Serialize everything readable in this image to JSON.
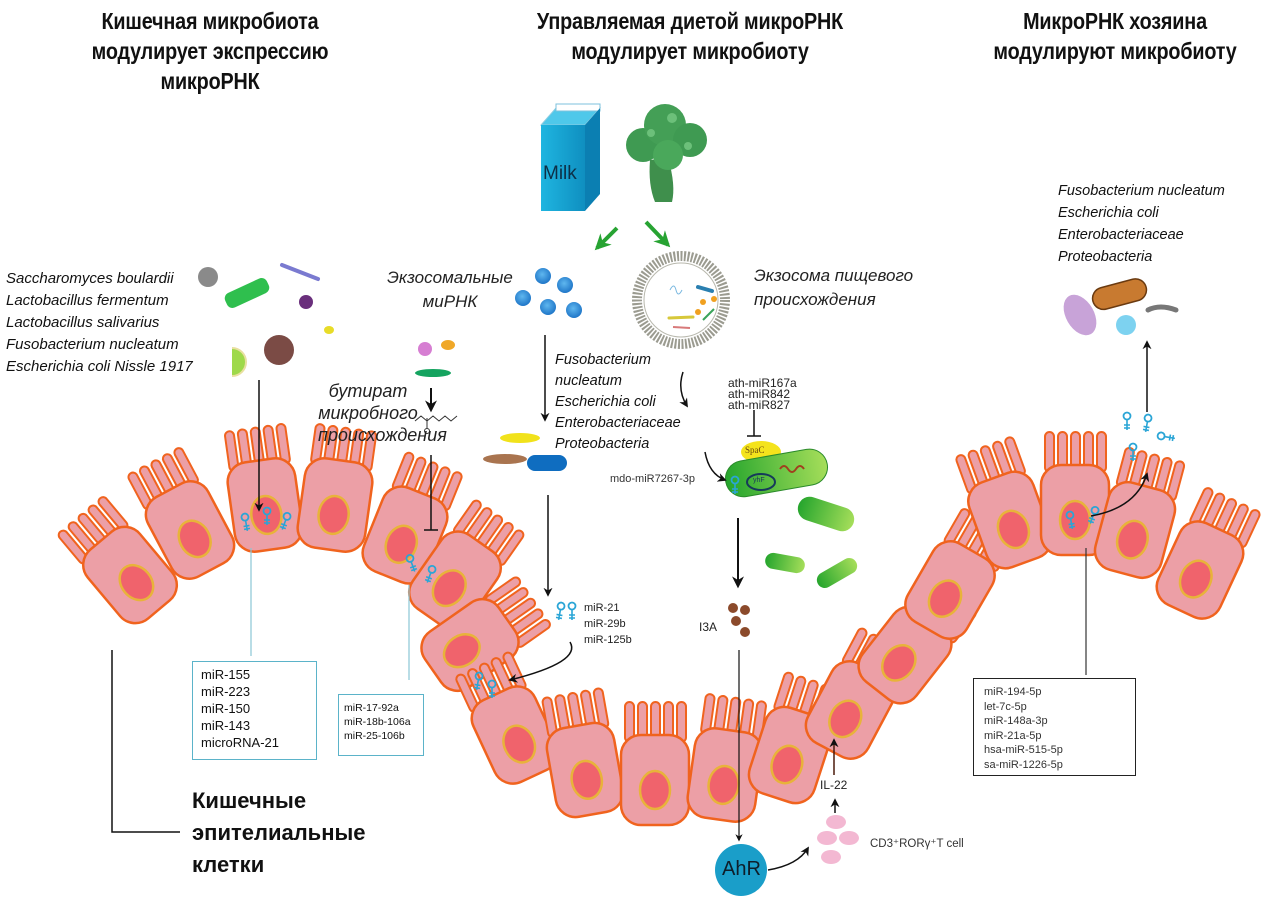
{
  "titles": {
    "left": [
      "Кишечная микробиота",
      "модулирует экспрессию",
      "микроРНК"
    ],
    "center": [
      "Управляемая диетой микроРНК",
      "модулирует микробиоту"
    ],
    "right": [
      "МикроРНК хозяина",
      "модулируют микробиоту"
    ]
  },
  "left_panel": {
    "species": [
      "Saccharomyces boulardii",
      "Lactobacillus fermentum",
      "Lactobacillus salivarius",
      "Fusobacterium nucleatum",
      "Escherichia coli Nissle 1917"
    ],
    "butyrate_label": [
      "бутират",
      "микробного",
      "происхождения"
    ],
    "box1_mirnas": [
      "miR-155",
      "miR-223",
      "miR-150",
      "miR-143",
      "microRNA-21"
    ],
    "box2_mirnas": [
      "miR-17-92a",
      "miR-18b-106a",
      "miR-25-106b"
    ],
    "epithelial_label": [
      "Кишечные",
      "эпителиальные",
      "клетки"
    ]
  },
  "center_panel": {
    "milk_label": "Milk",
    "exosomal_label": [
      "Экзосомальные",
      "миРНК"
    ],
    "food_exosome_label": [
      "Экзосома пищевого",
      "происхождения"
    ],
    "species": [
      "Fusobacterium",
      "nucleatum",
      "Escherichia coli",
      "Enterobacteriaceae",
      "Proteobacteria"
    ],
    "plant_mirnas": [
      "ath-miR167a",
      "ath-miR842",
      "ath-miR827"
    ],
    "spac_label": "SpaC",
    "yhf_label": "yhF",
    "mdo_label": "mdo-miR7267-3p",
    "mir_labels": [
      "miR-21",
      "miR-29b",
      "miR-125b"
    ],
    "i3a_label": "I3A",
    "ahr_label": "AhR",
    "il22_label": "IL-22",
    "tcell_label": "CD3⁺RORγ⁺T cell"
  },
  "right_panel": {
    "species": [
      "Fusobacterium nucleatum",
      "Escherichia coli",
      "Enterobacteriaceae",
      "Proteobacteria"
    ],
    "box_mirnas": [
      "miR-194-5p",
      "let-7c-5p",
      "miR-148a-3p",
      "miR-21a-5p",
      "hsa-miR-515-5p",
      "sa-miR-1226-5p"
    ]
  },
  "colors": {
    "cell_fill": "#ec9fa6",
    "cell_stroke": "#f0631e",
    "nucleus_fill": "#f0636c",
    "nucleus_ring": "#e8b33a",
    "mirna_blue": "#2aa5d6",
    "box_teal": "#5bb3c9",
    "arrow_green": "#27a332",
    "ahr_blue": "#1a9ec9",
    "tcell_pink": "#f3b8d2",
    "i3a_brown": "#8b4a2b"
  }
}
